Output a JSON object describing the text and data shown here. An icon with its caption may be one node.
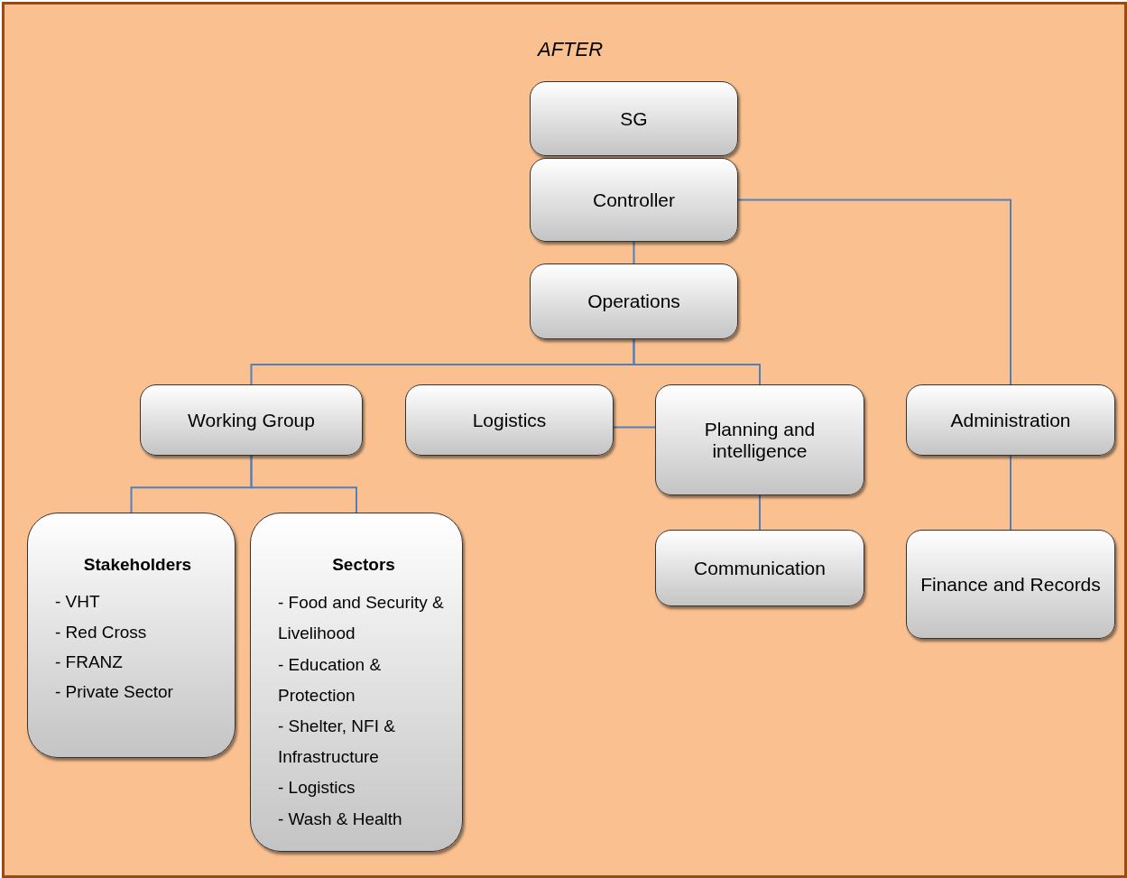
{
  "diagram": {
    "title": "AFTER",
    "nodes": [
      {
        "text": [
          "SG"
        ]
      },
      {
        "text": [
          "Controller"
        ]
      },
      {
        "text": [
          "Operations"
        ]
      },
      {
        "text": [
          "Working Group"
        ]
      },
      {
        "text": [
          "Logistics"
        ]
      },
      {
        "text": [
          "Planning and intelligence"
        ]
      },
      {
        "text": [
          "Administration"
        ]
      },
      {
        "text": [
          "Stakeholders",
          "- VHT",
          "- Red Cross",
          "- FRANZ",
          "- Private Sector"
        ]
      },
      {
        "text": [
          "Sectors",
          "- Food and Security & Livelihood",
          "- Education & Protection",
          "- Shelter, NFI & Infrastructure",
          "- Logistics",
          "- Wash & Health"
        ]
      },
      {
        "text": [
          "Communication"
        ]
      },
      {
        "text": [
          "Finance and Records"
        ]
      }
    ],
    "edges": [
      {
        "from": 1,
        "to": 2,
        "arrow": "none"
      },
      {
        "from": 1,
        "to": 6,
        "arrow": "none"
      },
      {
        "from": 2,
        "to": 3,
        "arrow": "none"
      },
      {
        "from": 2,
        "to": 5,
        "arrow": "none"
      },
      {
        "from": 4,
        "to": 5,
        "arrow": "none"
      },
      {
        "from": 3,
        "to": 7,
        "arrow": "none"
      },
      {
        "from": 3,
        "to": 8,
        "arrow": "none"
      },
      {
        "from": 5,
        "to": 9,
        "arrow": "none"
      },
      {
        "from": 6,
        "to": 10,
        "arrow": "none"
      }
    ]
  }
}
